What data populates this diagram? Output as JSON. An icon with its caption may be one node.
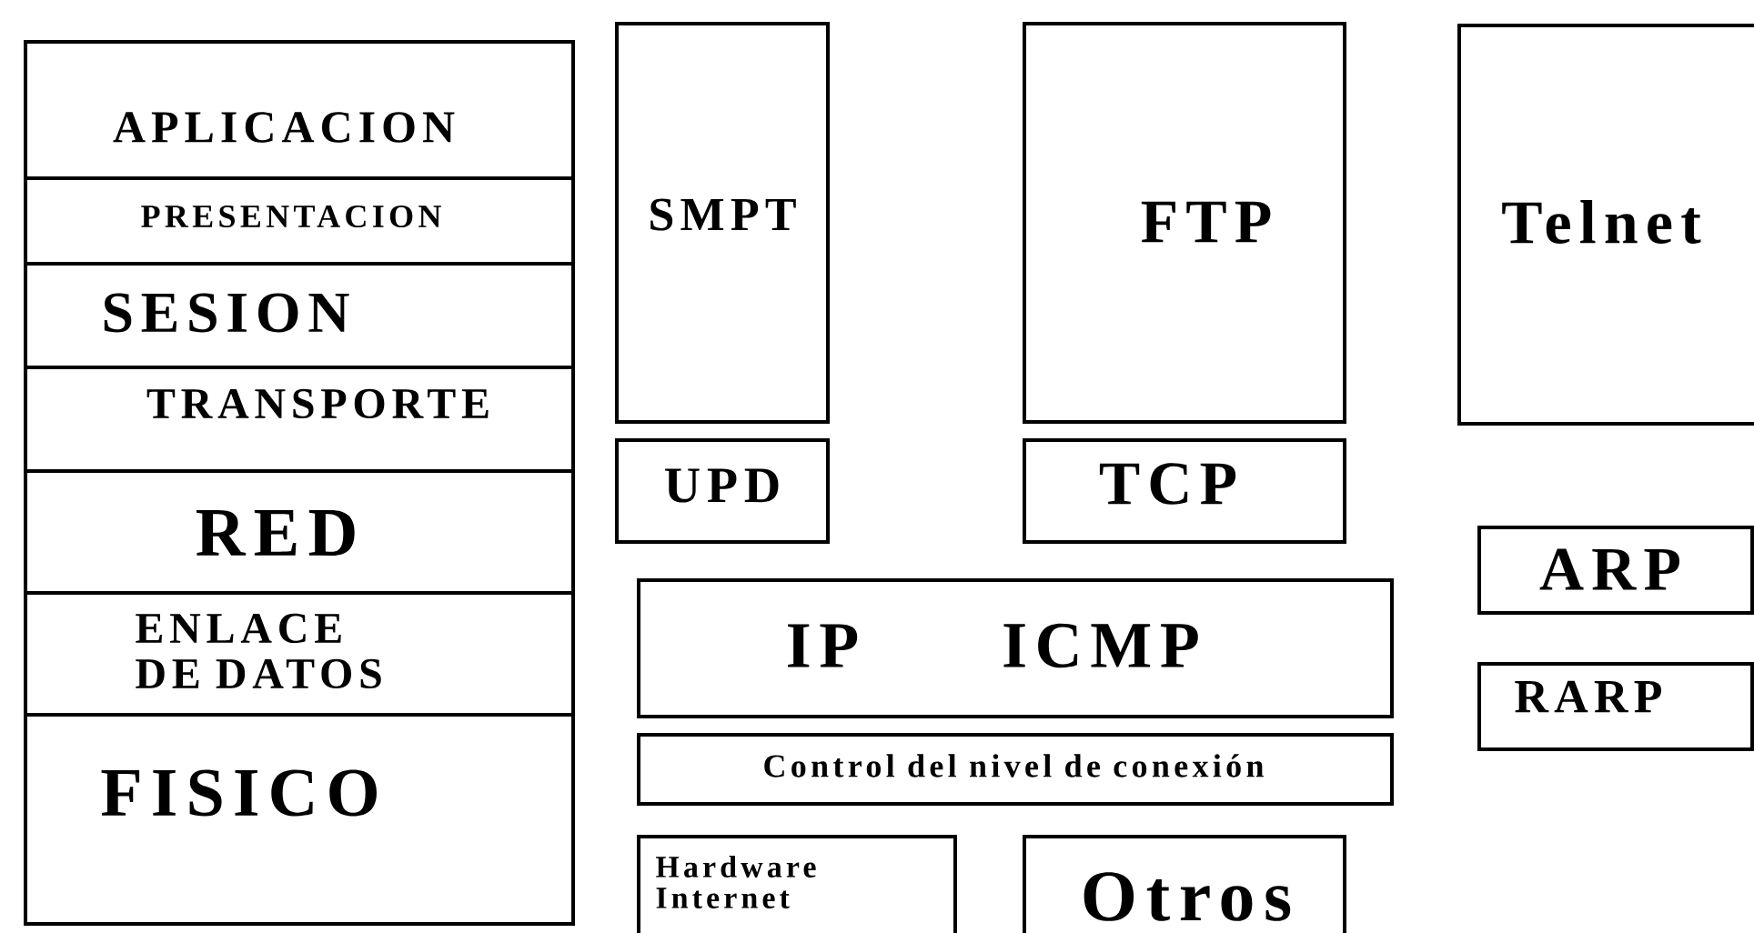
{
  "diagram": {
    "nodes": [
      {
        "text": [
          "APLICACION"
        ]
      },
      {
        "text": [
          "PRESENTACION"
        ]
      },
      {
        "text": [
          "SESION"
        ]
      },
      {
        "text": [
          "TRANSPORTE"
        ]
      },
      {
        "text": [
          "RED"
        ]
      },
      {
        "text": [
          "ENLACE DE DATOS"
        ]
      },
      {
        "text": [
          "FISICO"
        ]
      },
      {
        "text": [
          "SMPT"
        ]
      },
      {
        "text": [
          "FTP"
        ]
      },
      {
        "text": [
          "Telnet"
        ]
      },
      {
        "text": [
          "UPD"
        ]
      },
      {
        "text": [
          "TCP"
        ]
      },
      {
        "text": [
          "ARP"
        ]
      },
      {
        "text": [
          "IP",
          "ICMP"
        ]
      },
      {
        "text": [
          "RARP"
        ]
      },
      {
        "text": [
          "Control del nivel de conexión"
        ]
      },
      {
        "text": [
          "Hardware Internet"
        ]
      },
      {
        "text": [
          "Otros"
        ]
      }
    ]
  }
}
